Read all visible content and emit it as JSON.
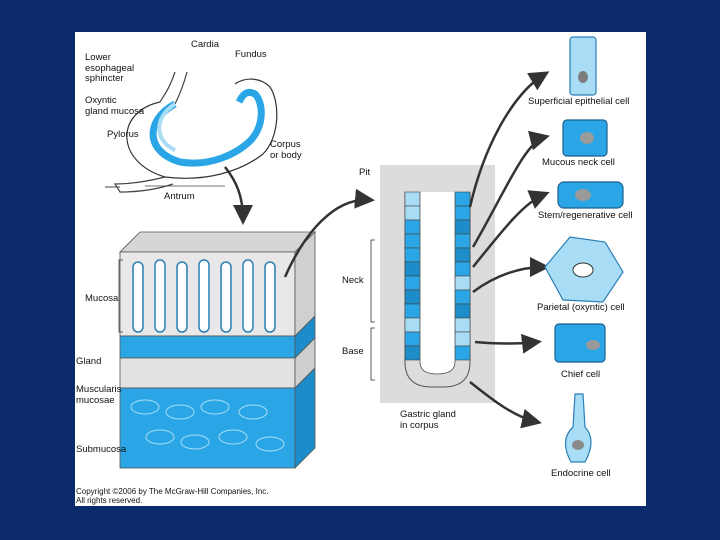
{
  "colors": {
    "background": "#0a2a6b",
    "panel": "#ffffff",
    "tissue_blue": "#2aa6e6",
    "tissue_light_blue": "#a9ddf5",
    "tissue_gray": "#c9c9c9",
    "arrow": "#333333"
  },
  "stomach": {
    "lower_esophageal_sphincter": "Lower\nesophageal\nsphincter",
    "cardia": "Cardia",
    "fundus": "Fundus",
    "oxyntic_gland_mucosa": "Oxyntic\ngland mucosa",
    "pylorus": "Pylorus",
    "corpus_or_body": "Corpus\nor body",
    "antrum": "Antrum"
  },
  "wall_section": {
    "mucosa": "Mucosa",
    "gland": "Gland",
    "muscularis_mucosae": "Muscularis\nmucosae",
    "submucosa": "Submucosa"
  },
  "gland_detail": {
    "pit": "Pit",
    "neck": "Neck",
    "base": "Base",
    "caption": "Gastric gland\nin corpus"
  },
  "cells": [
    {
      "label": "Superficial epithelial cell",
      "icon": "superficial-epithelial-cell-icon"
    },
    {
      "label": "Mucous neck cell",
      "icon": "mucous-neck-cell-icon"
    },
    {
      "label": "Stem/regenerative cell",
      "icon": "stem-regenerative-cell-icon"
    },
    {
      "label": "Parietal (oxyntic) cell",
      "icon": "parietal-cell-icon"
    },
    {
      "label": "Chief cell",
      "icon": "chief-cell-icon"
    },
    {
      "label": "Endocrine cell",
      "icon": "endocrine-cell-icon"
    }
  ],
  "copyright": "Copyright ©2006 by The McGraw-Hill Companies, Inc.\nAll rights reserved."
}
